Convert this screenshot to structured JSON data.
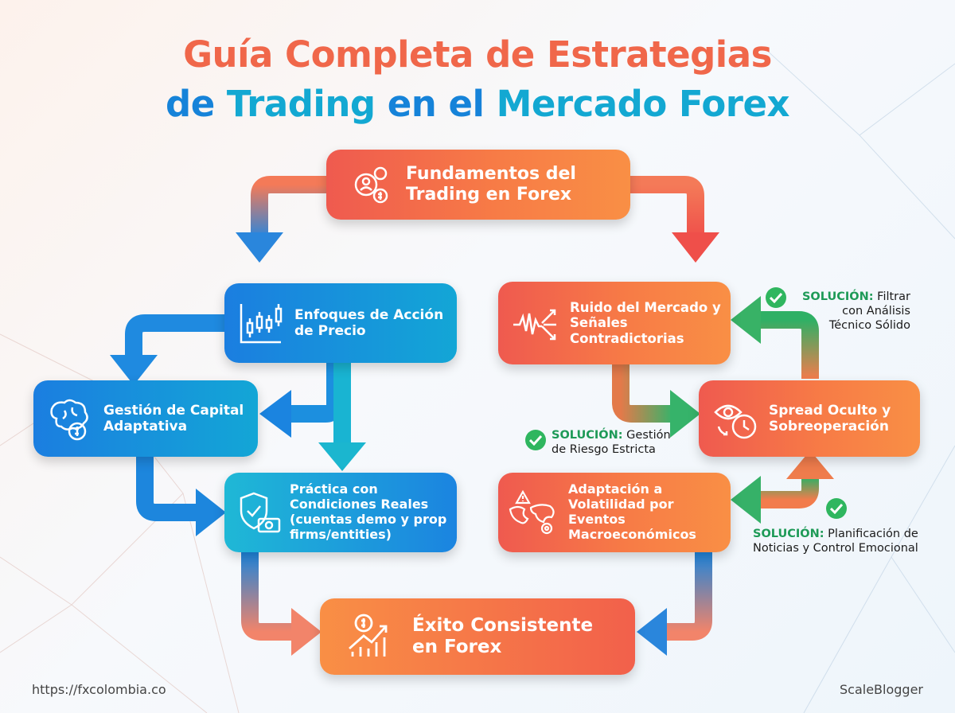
{
  "title": {
    "line1": "Guía Completa de Estrategias",
    "line2a": "de ",
    "line2b": "Trading",
    "line2c": " en el ",
    "line2d": "Mercado Forex"
  },
  "nodes": {
    "fundamentos": "Fundamentos del Trading en Forex",
    "enfoques": "Enfoques de Acción de Precio",
    "gestion": "Gestión de Capital Adaptativa",
    "practica": "Práctica con Condiciones Reales (cuentas demo y prop firms/entities)",
    "exito": "Éxito Consistente en Forex",
    "ruido": "Ruido del Mercado y Señales Contradictorias",
    "spread": "Spread Oculto y Sobreoperación",
    "adaptacion": "Adaptación a Volatilidad por Eventos Macroeconómicos"
  },
  "solutions": {
    "keyword": "SOLUCIÓN:",
    "s1_a": " Filtrar",
    "s1_b": "con Análisis",
    "s1_c": "Técnico Sólido",
    "s2_a": " Gestión",
    "s2_b": "de Riesgo Estricta",
    "s3_a": " Planificación de",
    "s3_b": "Noticias y Control Emocional"
  },
  "footer": {
    "left": "https://fxcolombia.co",
    "right": "ScaleBlogger"
  },
  "colors": {
    "orange": "#f0674a",
    "blue": "#1683d9",
    "cyan": "#13a8d2",
    "green": "#2fb65f"
  }
}
